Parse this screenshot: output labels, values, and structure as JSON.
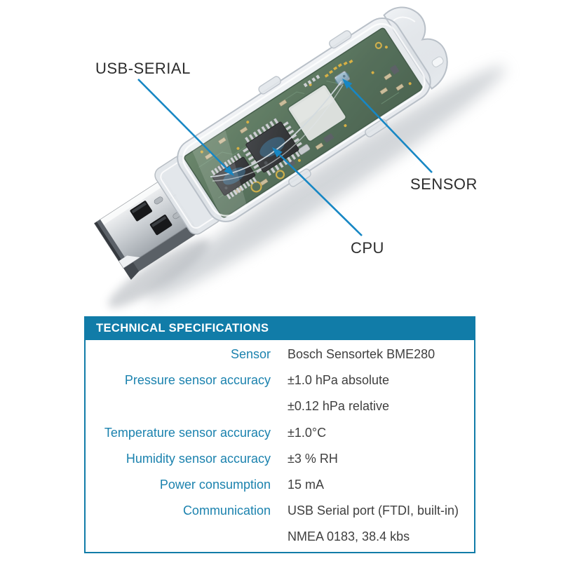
{
  "colors": {
    "accent": "#117ca8",
    "label_teal": "#1b82ae",
    "callout_blue": "#1787c4",
    "value_text": "#3f3f3f",
    "callout_text": "#2d2d2d"
  },
  "diagram": {
    "labels": {
      "usb_serial": "USB-SERIAL",
      "sensor": "SENSOR",
      "cpu": "CPU"
    }
  },
  "spec_table": {
    "header": "TECHNICAL SPECIFICATIONS",
    "rows": [
      {
        "label": "Sensor",
        "value": "Bosch Sensortek BME280"
      },
      {
        "label": "Pressure sensor accuracy",
        "value": "±1.0 hPa absolute"
      },
      {
        "label": "",
        "value": "±0.12 hPa relative"
      },
      {
        "label": "Temperature sensor accuracy",
        "value": "±1.0°C"
      },
      {
        "label": "Humidity sensor accuracy",
        "value": "±3 % RH"
      },
      {
        "label": "Power consumption",
        "value": "15 mA"
      },
      {
        "label": "Communication",
        "value": "USB Serial port (FTDI, built-in)"
      },
      {
        "label": "",
        "value": "NMEA 0183, 38.4 kbs"
      }
    ]
  }
}
